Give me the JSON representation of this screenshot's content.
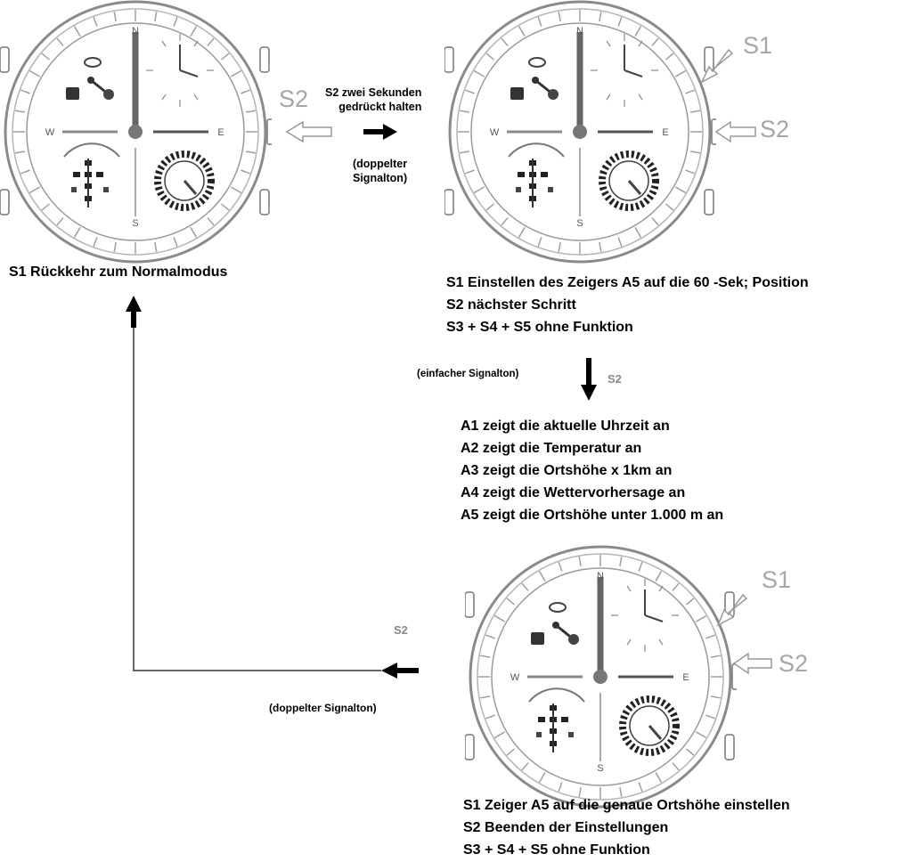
{
  "watch1": {
    "dial": {
      "north": "N",
      "west": "W",
      "east": "E",
      "south": "S"
    },
    "button_label": "S2",
    "caption": "S1 Rückkehr zum Normalmodus"
  },
  "step1": {
    "instruction_line1": "S2 zwei Sekunden",
    "instruction_line2": "gedrückt halten",
    "signal_line1": "(doppelter",
    "signal_line2": "Signalton)"
  },
  "watch2": {
    "dial": {
      "north": "N",
      "west": "W",
      "east": "E",
      "south": "S"
    },
    "button_label_s1": "S1",
    "button_label_s2": "S2",
    "lines": [
      "S1 Einstellen des Zeigers A5 auf die 60  -Sek; Position",
      "S2 nächster Schritt",
      "S3 + S4 + S5 ohne Funktion"
    ]
  },
  "step2": {
    "signal": "(einfacher Signalton)",
    "button": "S2"
  },
  "displays": {
    "lines": [
      "A1 zeigt die aktuelle Uhrzeit an",
      "A2 zeigt die Temperatur an",
      "A3 zeigt die Ortshöhe x 1km an",
      "A4 zeigt die Wettervorhersage an",
      "A5 zeigt die Ortshöhe unter 1.000 m an"
    ]
  },
  "watch3": {
    "dial": {
      "north": "N",
      "west": "W",
      "east": "E",
      "south": "S"
    },
    "button_label_s1": "S1",
    "button_label_s2": "S2",
    "lines": [
      "S1 Zeiger A5 auf die genaue Ortshöhe einstellen",
      "S2 Beenden der Einstellungen",
      "S3 + S4 + S5 ohne Funktion"
    ]
  },
  "step3": {
    "button": "S2",
    "signal": "(doppelter Signalton)"
  }
}
